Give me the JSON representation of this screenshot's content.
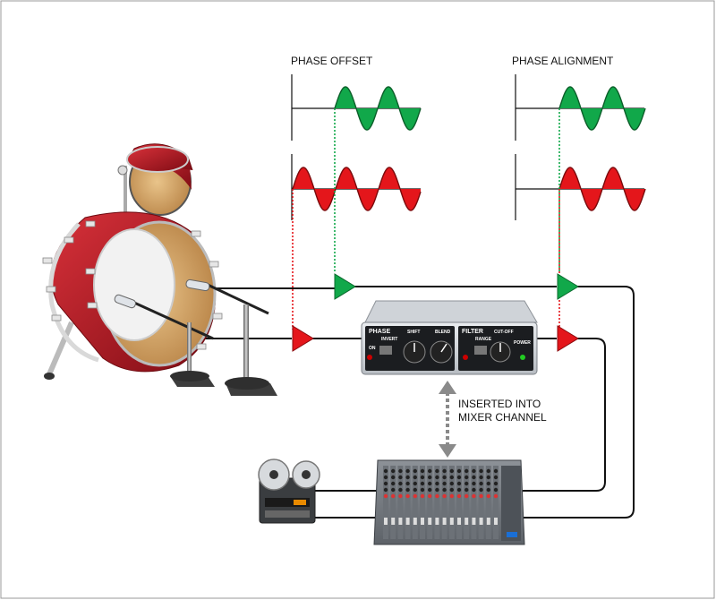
{
  "labels": {
    "phase_offset": "PHASE OFFSET",
    "phase_alignment": "PHASE ALIGNMENT",
    "inserted_line1": "INSERTED INTO",
    "inserted_line2": "MIXER CHANNEL"
  },
  "device": {
    "phase_section": "PHASE",
    "invert": "INVERT",
    "on": "ON",
    "shift": "SHIFT",
    "blend": "BLEND",
    "filter_section": "FILTER",
    "range": "RANGE",
    "cut_off": "CUT-OFF",
    "power": "POWER"
  },
  "colors": {
    "green": "#11a84a",
    "red": "#e4161b",
    "drum_shell": "#b81520",
    "wire": "#111111"
  },
  "icons": [
    "kick-drum-icon",
    "tom-drum-icon",
    "microphone-icon",
    "mic-stand-icon",
    "phase-device-icon",
    "tape-recorder-icon",
    "mixing-console-icon"
  ]
}
